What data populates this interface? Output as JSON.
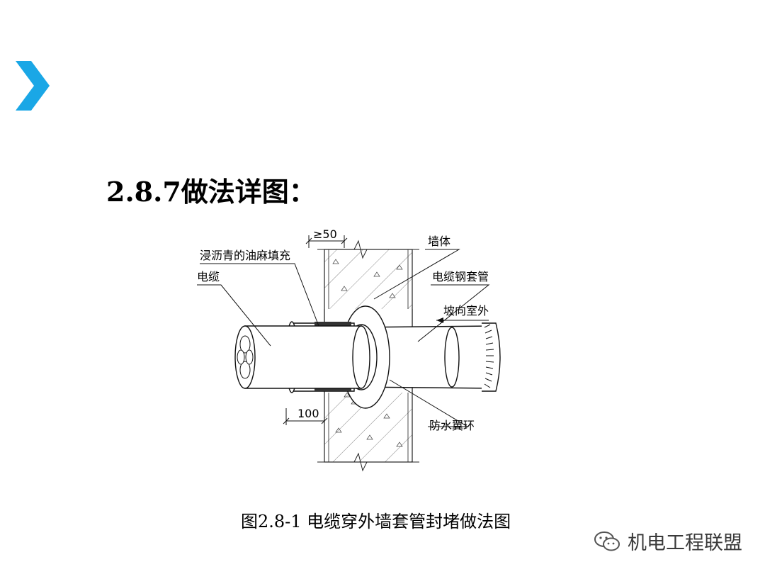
{
  "slide": {
    "heading": "2.8.7做法详图：",
    "caption": "图2.8-1 电缆穿外墙套管封堵做法图",
    "accent_color": "#1aa7e6",
    "icon": "chevron-right-icon"
  },
  "diagram": {
    "dim_top": "≥50",
    "dim_bottom": "100",
    "labels": {
      "asphalt_fill": "浸沥青的油麻填充",
      "cable": "电缆",
      "wall": "墙体",
      "steel_sleeve": "电缆钢套管",
      "slope_outdoor": "坡向室外",
      "waterproof_ring": "防水翼环"
    }
  },
  "watermark": {
    "text": "机电工程联盟",
    "icon": "wechat-icon"
  }
}
